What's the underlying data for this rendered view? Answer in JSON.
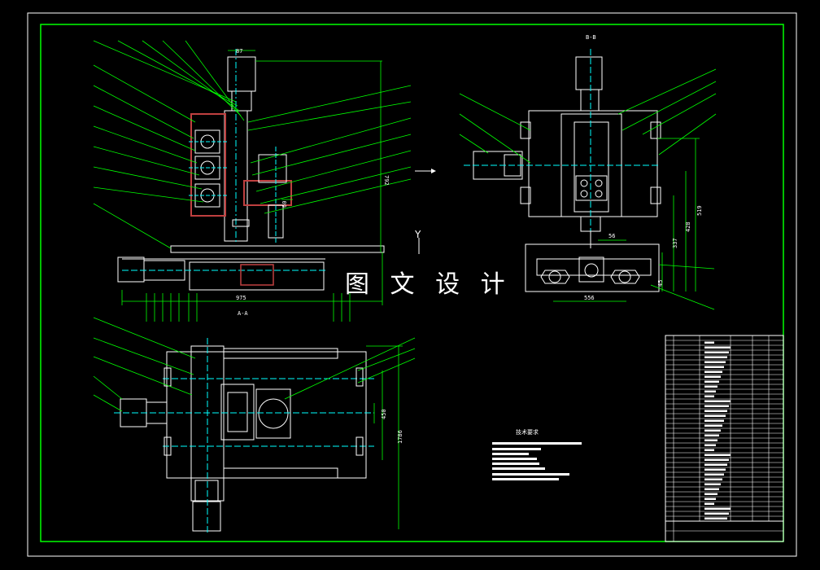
{
  "drawing": {
    "section_top_label": "B-B",
    "section_left_label": "A-A",
    "watermark": "图 文 设 计",
    "axis_label": "Y",
    "tech_notes_title": "技术要求"
  },
  "dimensions": {
    "d87": "87",
    "d792": "792",
    "d60": "60",
    "d975": "975",
    "d56": "56",
    "d556": "556",
    "d519": "519",
    "d428": "428",
    "d337": "337",
    "d450": "450",
    "d1786": "1786",
    "d45": "45"
  },
  "colors": {
    "background": "#000000",
    "frame": "#00ff00",
    "outline": "#ffffff",
    "part": "#c04040",
    "dim": "#00ff00",
    "center": "#00ffff",
    "hidden": "#c0c040"
  }
}
